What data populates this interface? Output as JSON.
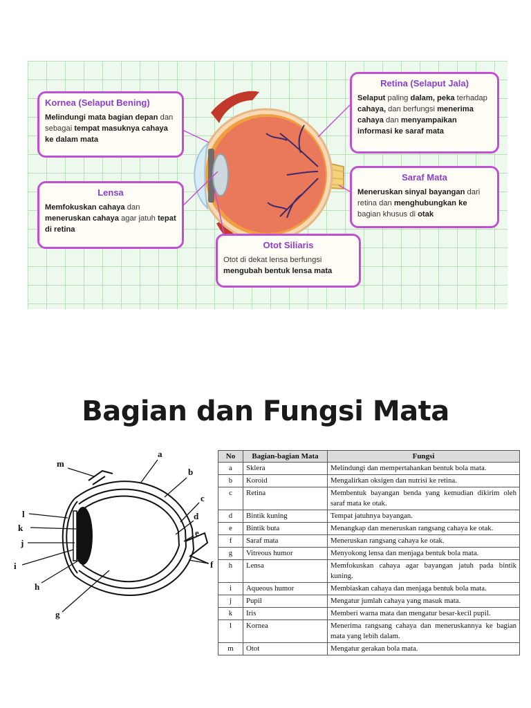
{
  "infographic": {
    "callouts": {
      "kornea": {
        "title": "Kornea (Selaput Bening)",
        "desc_html": "<b>Melindungi mata bagian depan</b> dan sebagai <b>tempat masuknya cahaya ke dalam mata</b>"
      },
      "lensa": {
        "title": "Lensa",
        "desc_html": "<b>Memfokuskan cahaya</b> dan <b>meneruskan cahaya</b> agar jatuh <b>tepat di retina</b>"
      },
      "retina": {
        "title": "Retina (Selaput Jala)",
        "desc_html": "<b>Selaput</b> paling <b>dalam, peka</b> terhadap <b>cahaya,</b> dan berfungsi <b>menerima cahaya</b> dan <b>menyampaikan informasi ke saraf mata</b>"
      },
      "saraf": {
        "title": "Saraf Mata",
        "desc_html": "<b>Meneruskan sinyal bayangan</b> dari retina dan <b>menghubungkan ke</b> bagian khusus di <b>otak</b>"
      },
      "otot": {
        "title": "Otot Siliaris",
        "desc_html": "Otot di dekat lensa berfungsi <b>mengubah bentuk lensa mata</b>"
      }
    }
  },
  "page_title": "Bagian dan Fungsi Mata",
  "diagram_labels": [
    "a",
    "b",
    "c",
    "d",
    "e",
    "f",
    "g",
    "h",
    "i",
    "j",
    "k",
    "l",
    "m"
  ],
  "table": {
    "headers": [
      "No",
      "Bagian-bagian Mata",
      "Fungsi"
    ],
    "rows": [
      {
        "no": "a",
        "part": "Sklera",
        "fn": "Melindungi dan mempertahankan bentuk bola mata."
      },
      {
        "no": "b",
        "part": "Koroid",
        "fn": "Mengalirkan oksigen dan nutrisi ke retina."
      },
      {
        "no": "c",
        "part": "Retina",
        "fn": "Membentuk bayangan benda yang kemudian dikirim oleh saraf mata ke otak."
      },
      {
        "no": "d",
        "part": "Bintik kuning",
        "fn": "Tempat jatuhnya bayangan."
      },
      {
        "no": "e",
        "part": "Bintik buta",
        "fn": "Menangkap dan meneruskan rangsang cahaya ke otak."
      },
      {
        "no": "f",
        "part": "Saraf mata",
        "fn": "Meneruskan rangsang cahaya ke otak."
      },
      {
        "no": "g",
        "part": "Vitreous humor",
        "fn": "Menyokong lensa dan menjaga bentuk bola mata."
      },
      {
        "no": "h",
        "part": "Lensa",
        "fn": "Memfokuskan cahaya agar bayangan jatuh pada bintik kuning."
      },
      {
        "no": "i",
        "part": "Aqueous humor",
        "fn": "Membiaskan cahaya dan menjaga bentuk bola mata."
      },
      {
        "no": "j",
        "part": "Pupil",
        "fn": "Mengatur jumlah cahaya yang masuk mata."
      },
      {
        "no": "k",
        "part": "Iris",
        "fn": "Memberi warna mata dan mengatur besar-kecil pupil."
      },
      {
        "no": "l",
        "part": "Kornea",
        "fn": "Menerima rangsang cahaya dan meneruskannya ke bagian mata yang lebih dalam."
      },
      {
        "no": "m",
        "part": "Otot",
        "fn": "Mengatur gerakan bola mata."
      }
    ]
  },
  "colors": {
    "callout_border": "#c14fd2",
    "callout_title": "#8a3fc9",
    "grid_bg": "#eef9ee"
  }
}
